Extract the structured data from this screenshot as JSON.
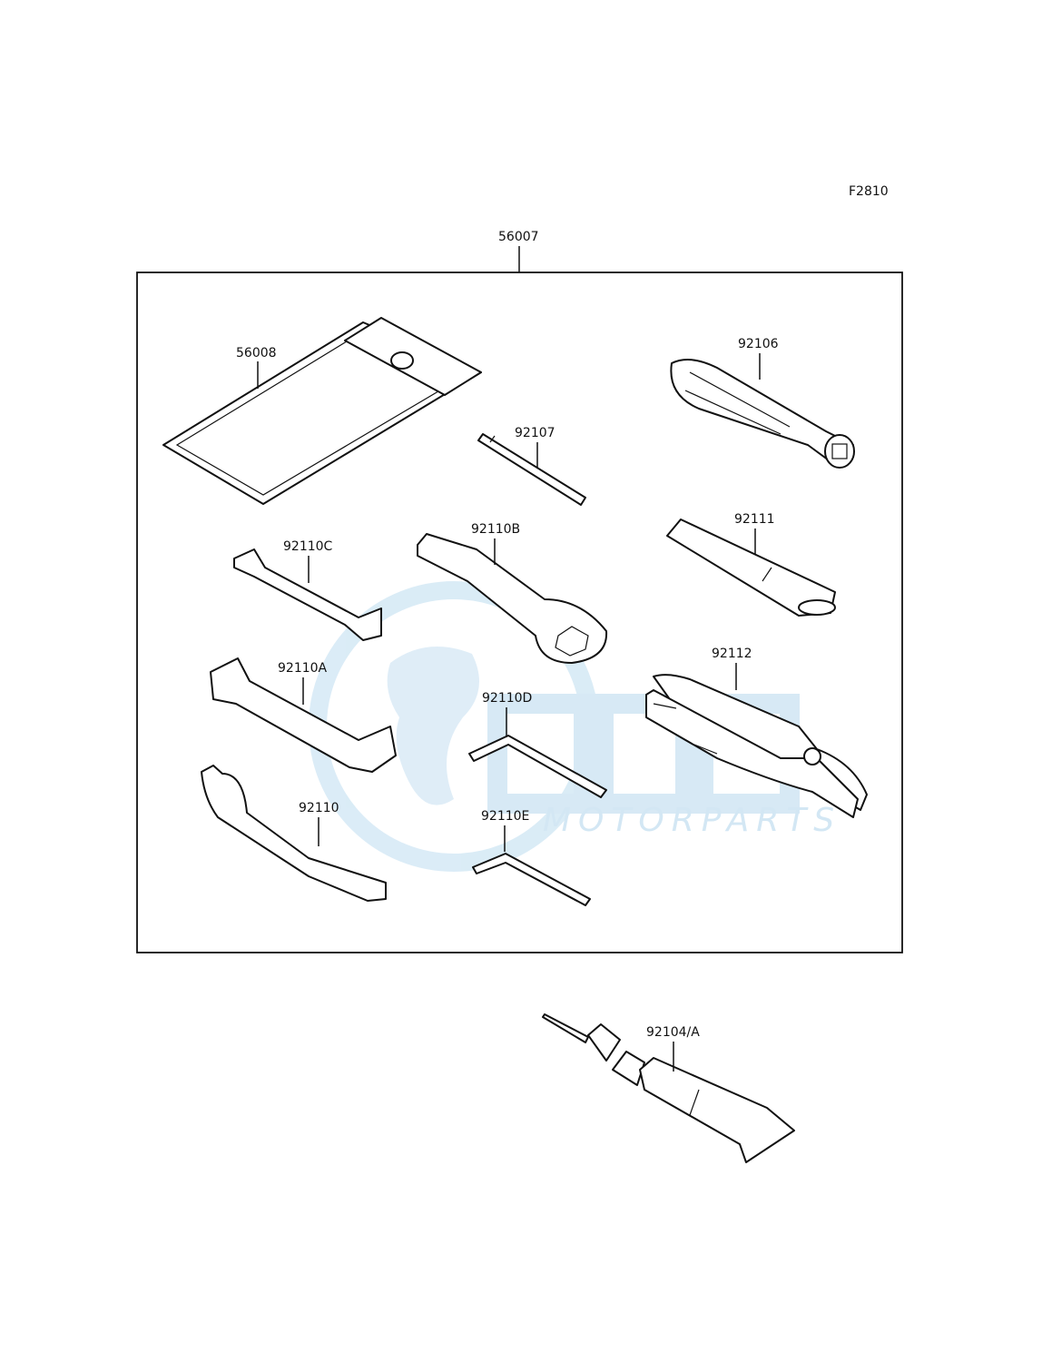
{
  "figure_code": "F2810",
  "kit_label": "56007",
  "watermark": {
    "logo_text": "GEM",
    "sub_text": "MOTORPARTS",
    "color": "#cfe5f3"
  },
  "parts": {
    "p56008": "56008",
    "p92106": "92106",
    "p92107": "92107",
    "p92110C": "92110C",
    "p92110B": "92110B",
    "p92111": "92111",
    "p92110A": "92110A",
    "p92112": "92112",
    "p92110D": "92110D",
    "p92110": "92110",
    "p92110E": "92110E",
    "p92104A": "92104/A"
  }
}
